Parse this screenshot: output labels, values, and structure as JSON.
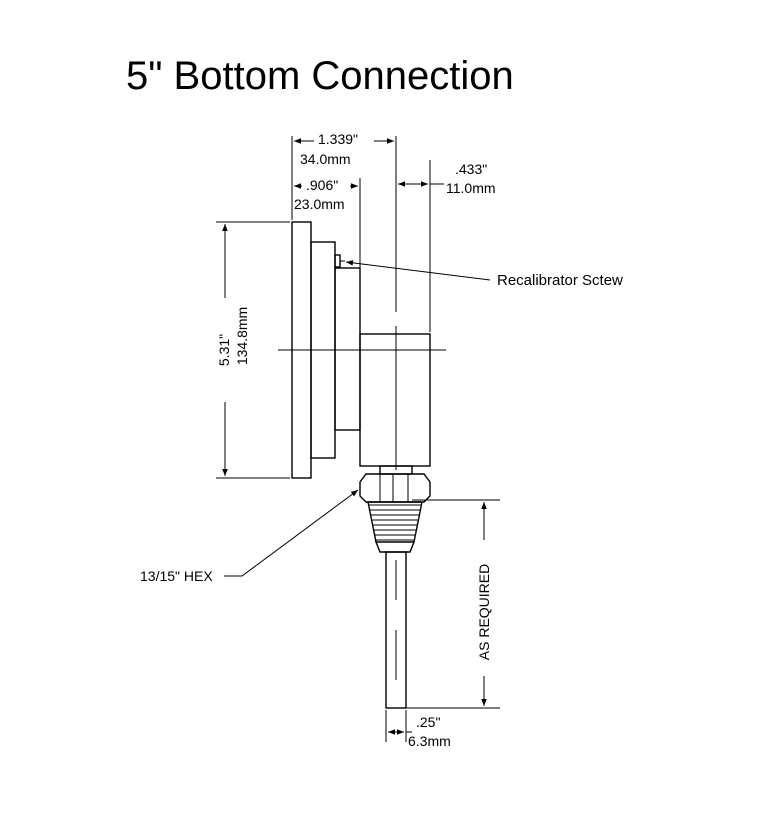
{
  "title": "5\" Bottom Connection",
  "dimensions": {
    "overall_depth_in": "1.339\"",
    "overall_depth_mm": "34.0mm",
    "case_depth_in": ".906\"",
    "case_depth_mm": "23.0mm",
    "stem_offset_in": ".433\"",
    "stem_offset_mm": "11.0mm",
    "height_in": "5.31\"",
    "height_mm": "134.8mm",
    "stem_diameter_in": ".25\"",
    "stem_diameter_mm": "6.3mm",
    "stem_length": "AS REQUIRED"
  },
  "callouts": {
    "recalibrator": "Recalibrator Sctew",
    "hex": "13/15\" HEX"
  }
}
